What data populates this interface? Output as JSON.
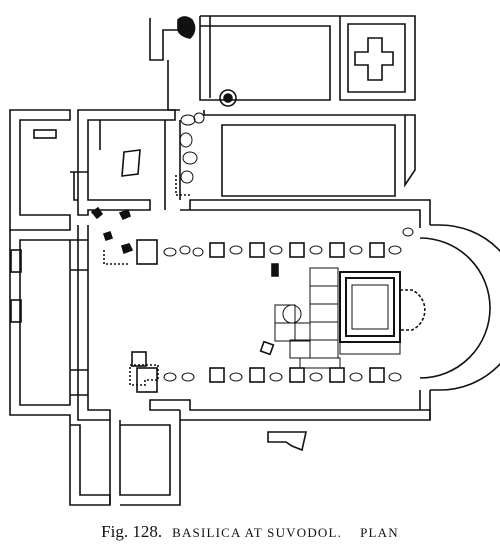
{
  "caption": {
    "figure": "Fig. 128.",
    "title": "BASILICA AT SUVODOL.",
    "subtitle": "PLAN"
  },
  "colors": {
    "ink": "#111111",
    "paper": "#ffffff"
  }
}
